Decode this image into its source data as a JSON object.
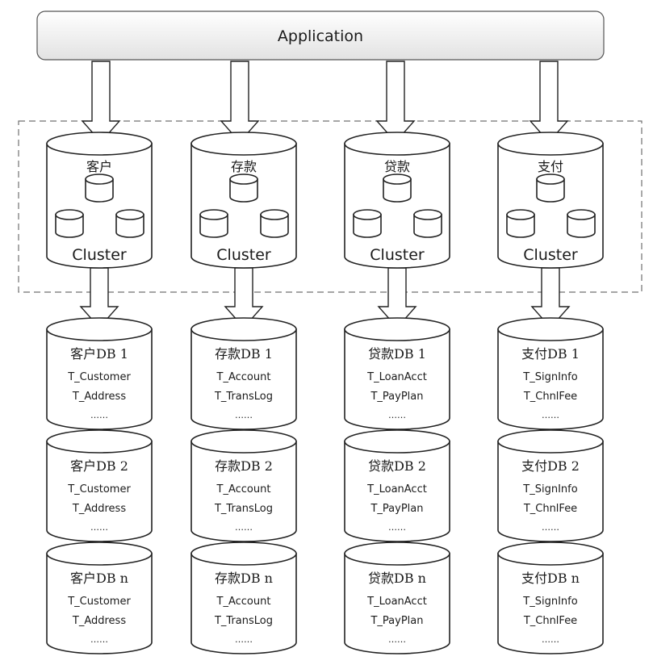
{
  "application": {
    "label": "Application"
  },
  "cluster_label": "Cluster",
  "clusters": [
    {
      "name": "客户"
    },
    {
      "name": "存款"
    },
    {
      "name": "贷款"
    },
    {
      "name": "支付"
    }
  ],
  "db_columns": [
    {
      "dbs": [
        {
          "title": "客户DB 1",
          "tables": [
            "T_Customer",
            "T_Address"
          ],
          "more": "……"
        },
        {
          "title": "客户DB 2",
          "tables": [
            "T_Customer",
            "T_Address"
          ],
          "more": "……"
        },
        {
          "title": "客户DB n",
          "tables": [
            "T_Customer",
            "T_Address"
          ],
          "more": "……"
        }
      ]
    },
    {
      "dbs": [
        {
          "title": "存款DB 1",
          "tables": [
            "T_Account",
            "T_TransLog"
          ],
          "more": "……"
        },
        {
          "title": "存款DB 2",
          "tables": [
            "T_Account",
            "T_TransLog"
          ],
          "more": "……"
        },
        {
          "title": "存款DB n",
          "tables": [
            "T_Account",
            "T_TransLog"
          ],
          "more": "……"
        }
      ]
    },
    {
      "dbs": [
        {
          "title": "贷款DB 1",
          "tables": [
            "T_LoanAcct",
            "T_PayPlan"
          ],
          "more": "……"
        },
        {
          "title": "贷款DB 2",
          "tables": [
            "T_LoanAcct",
            "T_PayPlan"
          ],
          "more": "……"
        },
        {
          "title": "贷款DB n",
          "tables": [
            "T_LoanAcct",
            "T_PayPlan"
          ],
          "more": "……"
        }
      ]
    },
    {
      "dbs": [
        {
          "title": "支付DB 1",
          "tables": [
            "T_SignInfo",
            "T_ChnlFee"
          ],
          "more": "……"
        },
        {
          "title": "支付DB 2",
          "tables": [
            "T_SignInfo",
            "T_ChnlFee"
          ],
          "more": "……"
        },
        {
          "title": "支付DB n",
          "tables": [
            "T_SignInfo",
            "T_ChnlFee"
          ],
          "more": "……"
        }
      ]
    }
  ],
  "colors": {
    "stroke": "#222222",
    "cylinder_fill": "#ffffff",
    "bar_top": "#ffffff",
    "bar_bottom": "#e4e4e4",
    "dashed_border": "#707070",
    "arrow_fill": "#ffffff"
  }
}
